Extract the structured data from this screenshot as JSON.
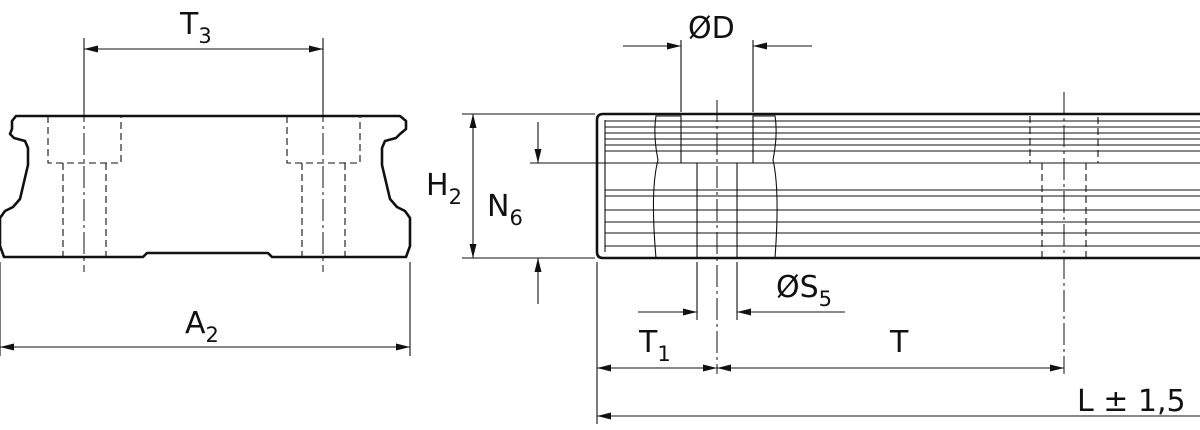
{
  "labels": {
    "T3": {
      "main": "T",
      "sub": "3"
    },
    "A2": {
      "main": "A",
      "sub": "2"
    },
    "H2": {
      "main": "H",
      "sub": "2"
    },
    "N6": {
      "main": "N",
      "sub": "6"
    },
    "D": "ØD",
    "S5": {
      "main": "ØS",
      "sub": "5"
    },
    "T1": {
      "main": "T",
      "sub": "1"
    },
    "T": "T",
    "L": "L ± 1,5"
  }
}
